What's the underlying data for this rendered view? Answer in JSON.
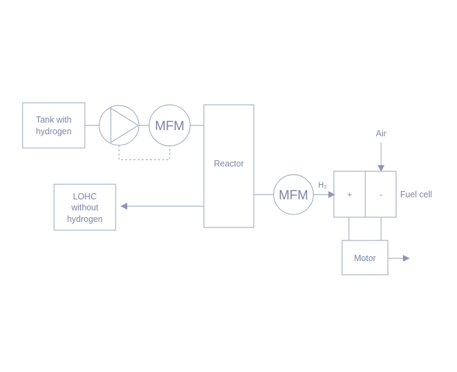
{
  "diagram": {
    "colors": {
      "stroke": "#a7b0c7",
      "text": "#7a85a8",
      "background": "#ffffff"
    },
    "tank": {
      "line1": "Tank with",
      "line2": "hydrogen"
    },
    "pump": {
      "icon": "pump-triangle-icon"
    },
    "mfm_top": {
      "label": "MFM"
    },
    "reactor": {
      "label": "Reactor"
    },
    "lohc": {
      "line1": "LOHC",
      "line2": "without",
      "line3": "hydrogen"
    },
    "mfm_bottom": {
      "label": "MFM"
    },
    "h2_label": "H₂",
    "air_label": "Air",
    "fuel_cell": {
      "label": "Fuel cell",
      "plus": "+",
      "minus": "-"
    },
    "motor": {
      "label": "Motor"
    }
  }
}
